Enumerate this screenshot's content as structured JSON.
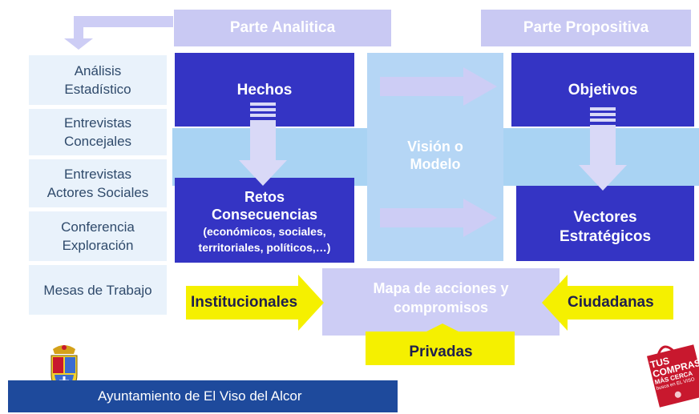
{
  "headers": {
    "analitica": "Parte Analitica",
    "propositiva": "Parte Propositiva"
  },
  "left_steps": [
    "Análisis\nEstadístico",
    "Entrevistas\nConcejales",
    "Entrevistas\nActores Sociales",
    "Conferencia\nExploración",
    "Mesas de Trabajo"
  ],
  "boxes": {
    "hechos": "Hechos",
    "retos_title": "Retos\nConsecuencias",
    "retos_detail": "(económicos, sociales,\nterritoriales, políticos,…)",
    "objetivos": "Objetivos",
    "vectores": "Vectores\nEstratégicos",
    "vision": "Visión o\nModelo",
    "mapa": "Mapa de acciones y\ncompromisos"
  },
  "arrows": {
    "institucionales": "Institucionales",
    "ciudadanas": "Ciudadanas",
    "privadas": "Privadas"
  },
  "footer": {
    "ayuntamiento": "Ayuntamiento de El Viso del Alcor",
    "promo_line1": "TUS",
    "promo_line2": "COMPRAS",
    "promo_line3": "MÁS CERCA",
    "promo_line4": "busca en EL VISO"
  },
  "colors": {
    "navy": "#3434c4",
    "header_lavender": "#c9c9f3",
    "light_blue_band": "#a9d3f3",
    "left_step_bg": "#e9f2fb",
    "yellow_arrow": "#f5f000",
    "arrow_lavender": "#cdcdf5",
    "footer_bar": "#1e4a9c",
    "promo_red": "#c8182e"
  },
  "icons": [
    "coat-of-arms-icon",
    "shopping-bag-icon"
  ]
}
